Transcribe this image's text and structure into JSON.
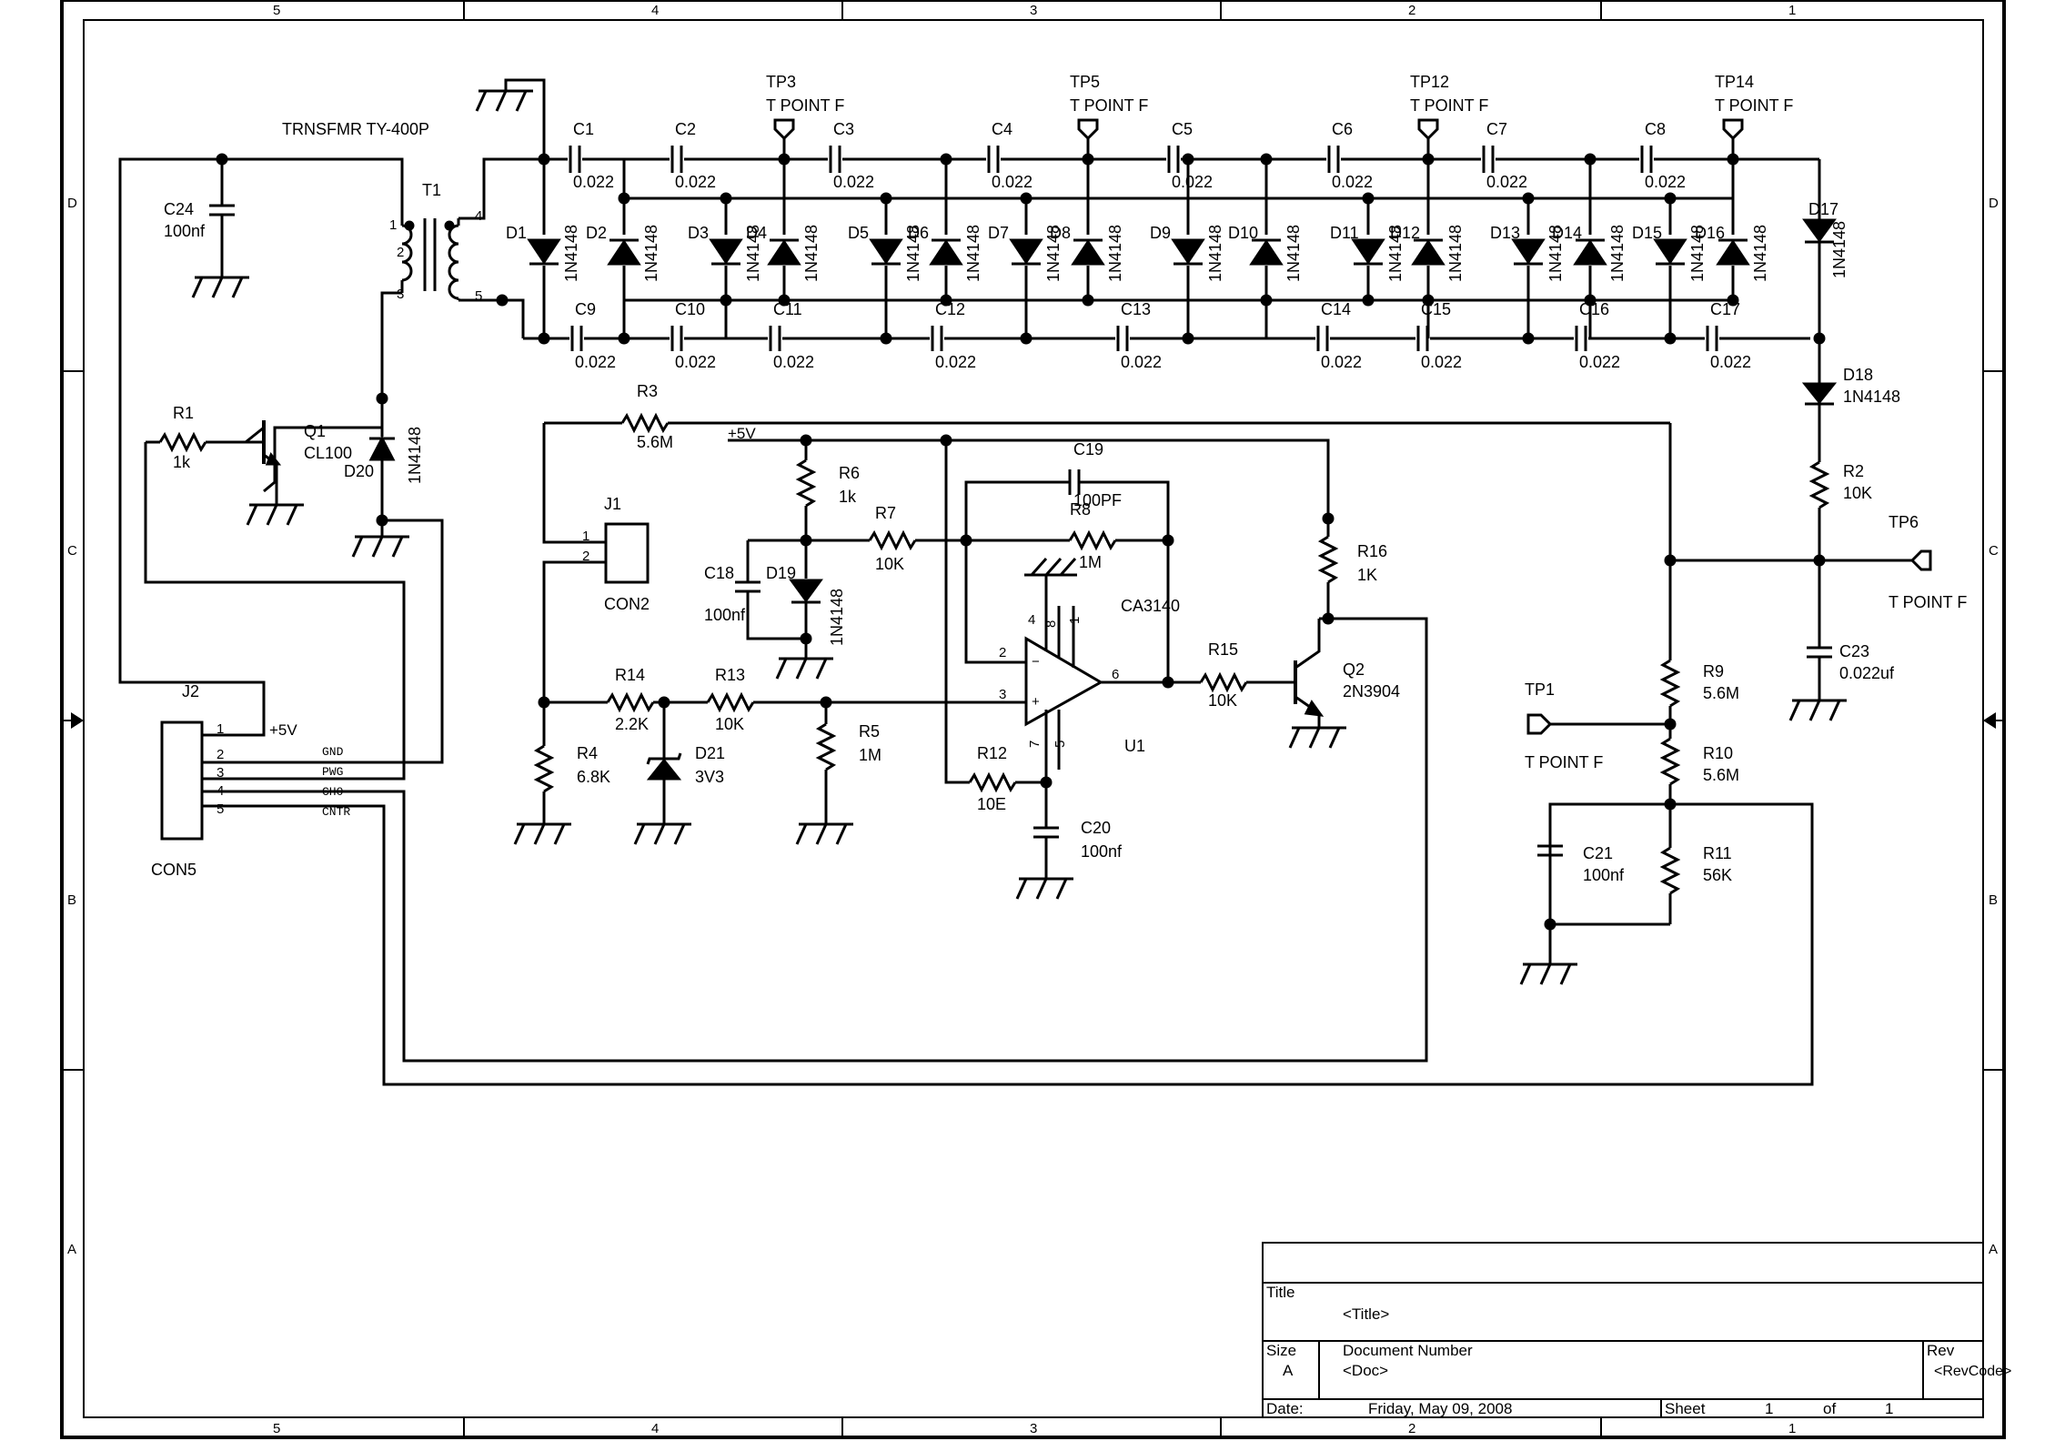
{
  "border": {
    "columns": [
      "5",
      "4",
      "3",
      "2",
      "1"
    ],
    "rows": [
      "D",
      "C",
      "B",
      "A"
    ]
  },
  "transformer": {
    "title": "TRNSFMR TY-400P",
    "ref": "T1",
    "pins": [
      "1",
      "2",
      "3",
      "4",
      "5"
    ]
  },
  "top_caps": [
    {
      "ref": "C1",
      "value": "0.022"
    },
    {
      "ref": "C2",
      "value": "0.022"
    },
    {
      "ref": "C3",
      "value": "0.022"
    },
    {
      "ref": "C4",
      "value": "0.022"
    },
    {
      "ref": "C5",
      "value": "0.022"
    },
    {
      "ref": "C6",
      "value": "0.022"
    },
    {
      "ref": "C7",
      "value": "0.022"
    },
    {
      "ref": "C8",
      "value": "0.022"
    }
  ],
  "bottom_caps": [
    {
      "ref": "C9",
      "value": "0.022"
    },
    {
      "ref": "C10",
      "value": "0.022"
    },
    {
      "ref": "C11",
      "value": "0.022"
    },
    {
      "ref": "C12",
      "value": "0.022"
    },
    {
      "ref": "C13",
      "value": "0.022"
    },
    {
      "ref": "C14",
      "value": "0.022"
    },
    {
      "ref": "C15",
      "value": "0.022"
    },
    {
      "ref": "C16",
      "value": "0.022"
    },
    {
      "ref": "C17",
      "value": "0.022"
    }
  ],
  "ladder_diodes": [
    {
      "ref": "D1",
      "value": "1N4148"
    },
    {
      "ref": "D2",
      "value": "1N4148"
    },
    {
      "ref": "D3",
      "value": "1N4148"
    },
    {
      "ref": "D4",
      "value": "1N4148"
    },
    {
      "ref": "D5",
      "value": "1N4148"
    },
    {
      "ref": "D6",
      "value": "1N4148"
    },
    {
      "ref": "D7",
      "value": "1N4148"
    },
    {
      "ref": "D8",
      "value": "1N4148"
    },
    {
      "ref": "D9",
      "value": "1N4148"
    },
    {
      "ref": "D10",
      "value": "1N4148"
    },
    {
      "ref": "D11",
      "value": "1N4148"
    },
    {
      "ref": "D12",
      "value": "1N4148"
    },
    {
      "ref": "D13",
      "value": "1N4148"
    },
    {
      "ref": "D14",
      "value": "1N4148"
    },
    {
      "ref": "D15",
      "value": "1N4148"
    },
    {
      "ref": "D16",
      "value": "1N4148"
    },
    {
      "ref": "D17",
      "value": "1N4148"
    }
  ],
  "test_points": [
    {
      "ref": "TP3",
      "label": "T POINT F"
    },
    {
      "ref": "TP5",
      "label": "T POINT F"
    },
    {
      "ref": "TP12",
      "label": "T POINT F"
    },
    {
      "ref": "TP14",
      "label": "T POINT F"
    },
    {
      "ref": "TP6",
      "label": "T POINT F"
    },
    {
      "ref": "TP1",
      "label": "T POINT F"
    }
  ],
  "parts": {
    "C24": {
      "ref": "C24",
      "value": "100nf"
    },
    "R1": {
      "ref": "R1",
      "value": "1k"
    },
    "Q1": {
      "ref": "Q1",
      "value": "CL100"
    },
    "D20": {
      "ref": "D20",
      "value": "1N4148"
    },
    "R3": {
      "ref": "R3",
      "value": "5.6M"
    },
    "J1": {
      "ref": "J1",
      "value": "CON2",
      "pins": [
        "1",
        "2"
      ]
    },
    "R6": {
      "ref": "R6",
      "value": "1k"
    },
    "R7": {
      "ref": "R7",
      "value": "10K"
    },
    "C19": {
      "ref": "C19",
      "value": "100PF"
    },
    "R8": {
      "ref": "R8",
      "value": "1M"
    },
    "C18": {
      "ref": "C18",
      "value": "100nf"
    },
    "D19": {
      "ref": "D19",
      "value": "1N4148"
    },
    "U1": {
      "ref": "U1",
      "value": "CA3140",
      "pins": [
        "2",
        "3",
        "4",
        "6",
        "7",
        "8",
        "1",
        "5"
      ]
    },
    "R16": {
      "ref": "R16",
      "value": "1K"
    },
    "R15": {
      "ref": "R15",
      "value": "10K"
    },
    "Q2": {
      "ref": "Q2",
      "value": "2N3904"
    },
    "R14": {
      "ref": "R14",
      "value": "2.2K"
    },
    "R13": {
      "ref": "R13",
      "value": "10K"
    },
    "R4": {
      "ref": "R4",
      "value": "6.8K"
    },
    "D21": {
      "ref": "D21",
      "value": "3V3"
    },
    "R5": {
      "ref": "R5",
      "value": "1M"
    },
    "R12": {
      "ref": "R12",
      "value": "10E"
    },
    "C20": {
      "ref": "C20",
      "value": "100nf"
    },
    "D18": {
      "ref": "D18",
      "value": "1N4148"
    },
    "R2": {
      "ref": "R2",
      "value": "10K"
    },
    "C23": {
      "ref": "C23",
      "value": "0.022uf"
    },
    "R9": {
      "ref": "R9",
      "value": "5.6M"
    },
    "R10": {
      "ref": "R10",
      "value": "5.6M"
    },
    "R11": {
      "ref": "R11",
      "value": "56K"
    },
    "C21": {
      "ref": "C21",
      "value": "100nf"
    }
  },
  "nets": {
    "vcc": "+5V"
  },
  "j2": {
    "ref": "J2",
    "value": "CON5",
    "pins": [
      "1",
      "2",
      "3",
      "4",
      "5"
    ],
    "signals": [
      "+5V",
      "GND",
      "PWG",
      "CH0",
      "CNTR"
    ]
  },
  "title_block": {
    "title_label": "Title",
    "title_value": "<Title>",
    "size_label": "Size",
    "size_value": "A",
    "docnum_label": "Document Number",
    "docnum_value": "<Doc>",
    "rev_label": "Rev",
    "rev_value": "<RevCode>",
    "date_label": "Date:",
    "date_value": "Friday, May 09, 2008",
    "sheet_label": "Sheet",
    "sheet_num": "1",
    "sheet_of": "of",
    "sheet_total": "1"
  }
}
